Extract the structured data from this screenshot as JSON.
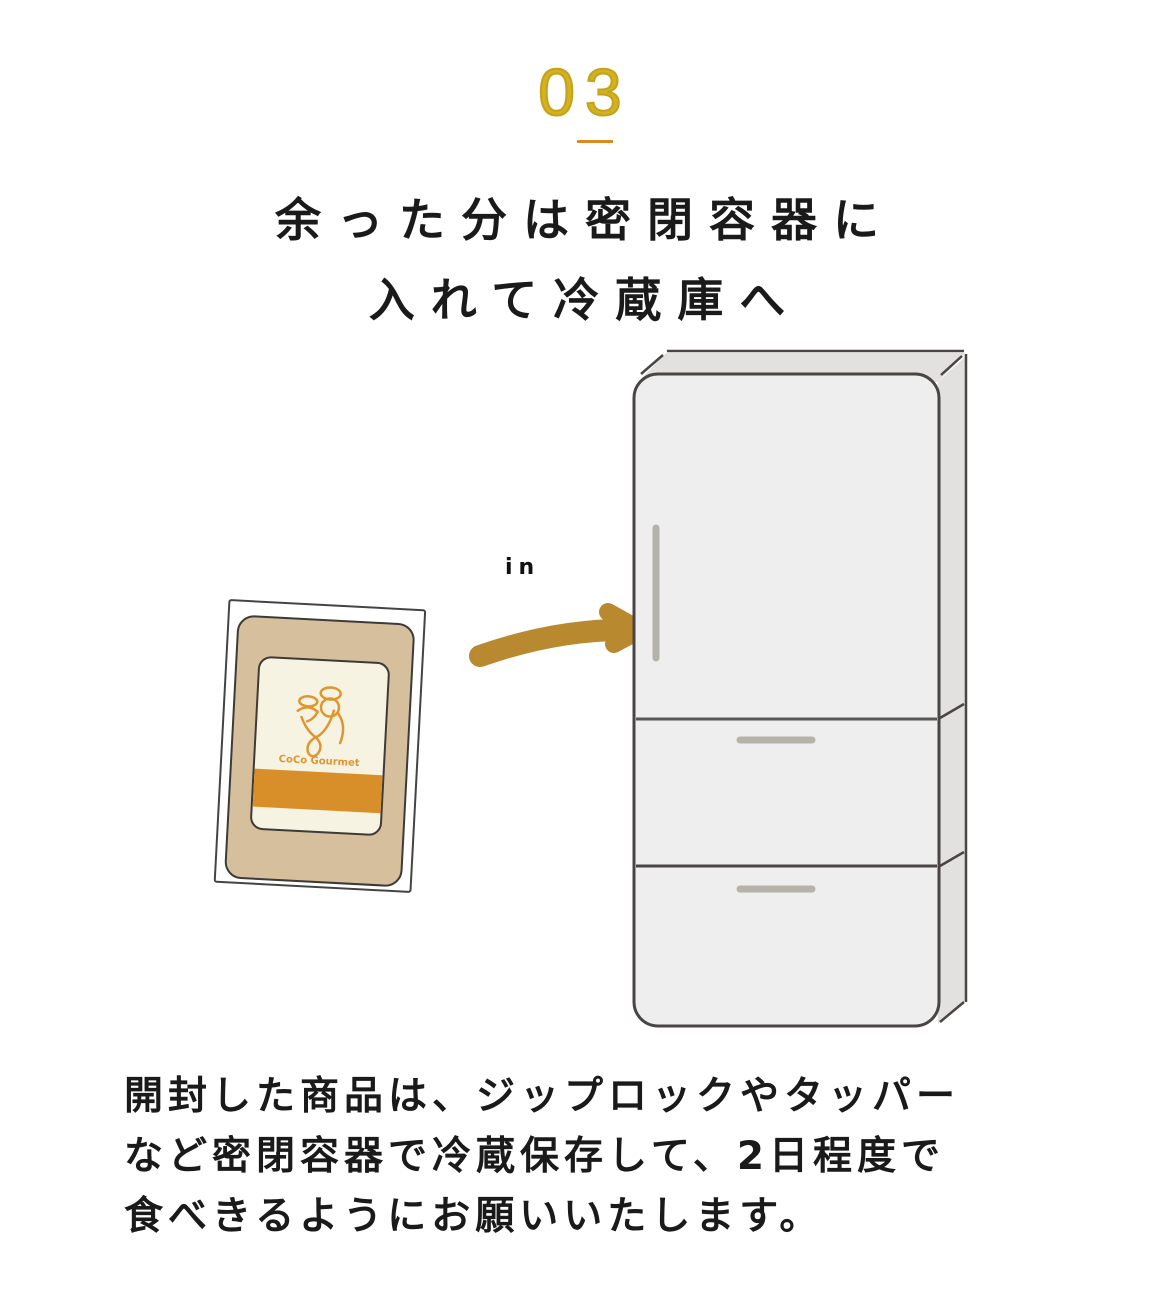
{
  "step": {
    "number": "03",
    "number_color": "#d3b11f",
    "rule_color": "#d88b1e"
  },
  "title": {
    "lines": [
      "余った分は密閉容器に",
      "入れて冷蔵庫へ"
    ]
  },
  "illustration": {
    "arrow_label": "in",
    "arrow_color": "#b8892e",
    "package": {
      "brand_text": "CoCo Gourmet",
      "outer_color": "#d5bf9d",
      "label_color": "#f7f3e3",
      "band_color": "#d88f2a"
    },
    "fridge": {
      "body_color": "#eeeeee",
      "side_color": "#e2e1df",
      "outline_color": "#4a4444",
      "handle_color": "#b5b2aa"
    }
  },
  "body": {
    "lines": [
      "開封した商品は、ジップロックやタッパー",
      "など密閉容器で冷蔵保存して、2日程度で",
      "食べきるようにお願いいたします。"
    ]
  }
}
